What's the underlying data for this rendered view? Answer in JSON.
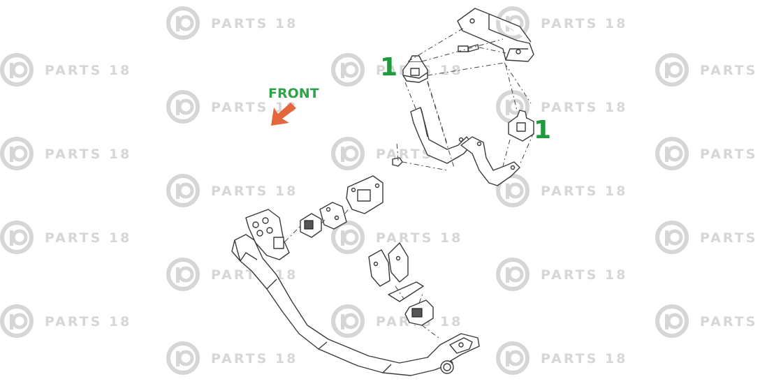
{
  "watermark": {
    "brand": "PARTS 18",
    "brand_truncated": "PARTS"
  },
  "diagram": {
    "front_label": "FRONT",
    "callouts": [
      "1",
      "1"
    ]
  },
  "colors": {
    "watermark": "#d6d6d6",
    "front_text": "#2fa34a",
    "front_arrow": "#e2673c",
    "callout": "#1f9a3d",
    "line": "#3a3a3a"
  }
}
